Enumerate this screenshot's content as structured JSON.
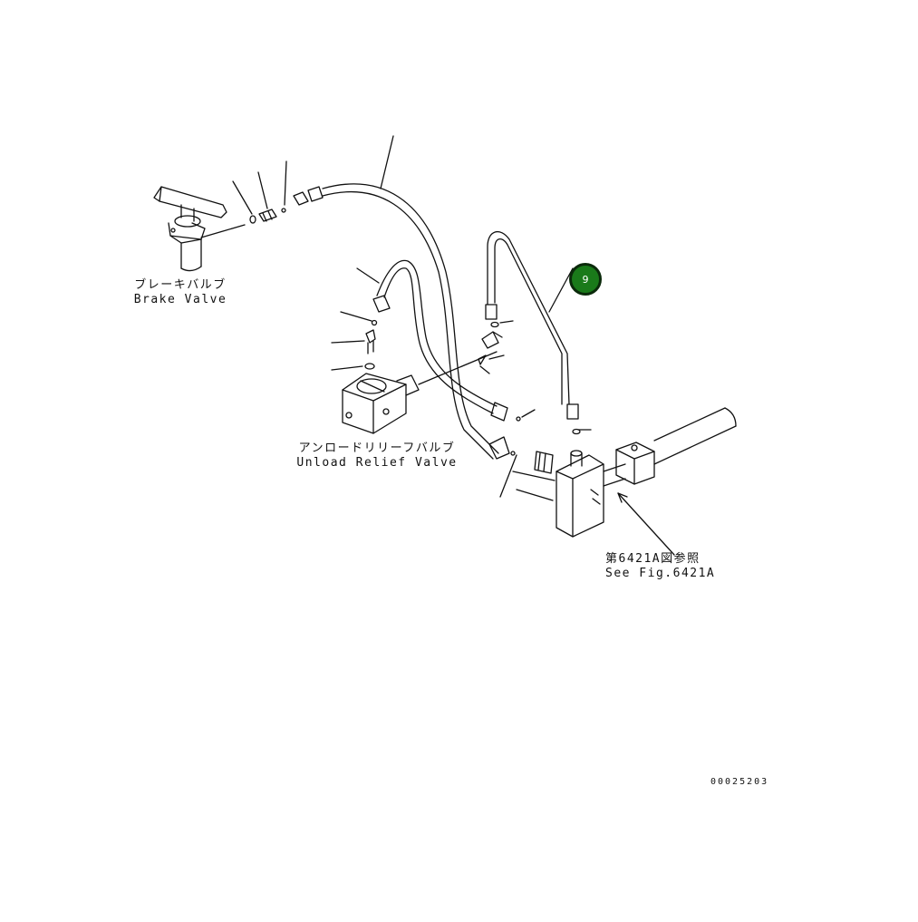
{
  "labels": {
    "brake_valve_jp": "ブレーキバルブ",
    "brake_valve_en": "Brake Valve",
    "unload_relief_jp": "アンロードリリーフバルブ",
    "unload_relief_en": "Unload Relief Valve",
    "see_fig_jp": "第6421A図参照",
    "see_fig_en": "See Fig.6421A"
  },
  "callout": {
    "number": "9",
    "color": "#1a7a1a"
  },
  "drawing_number": "00025203"
}
